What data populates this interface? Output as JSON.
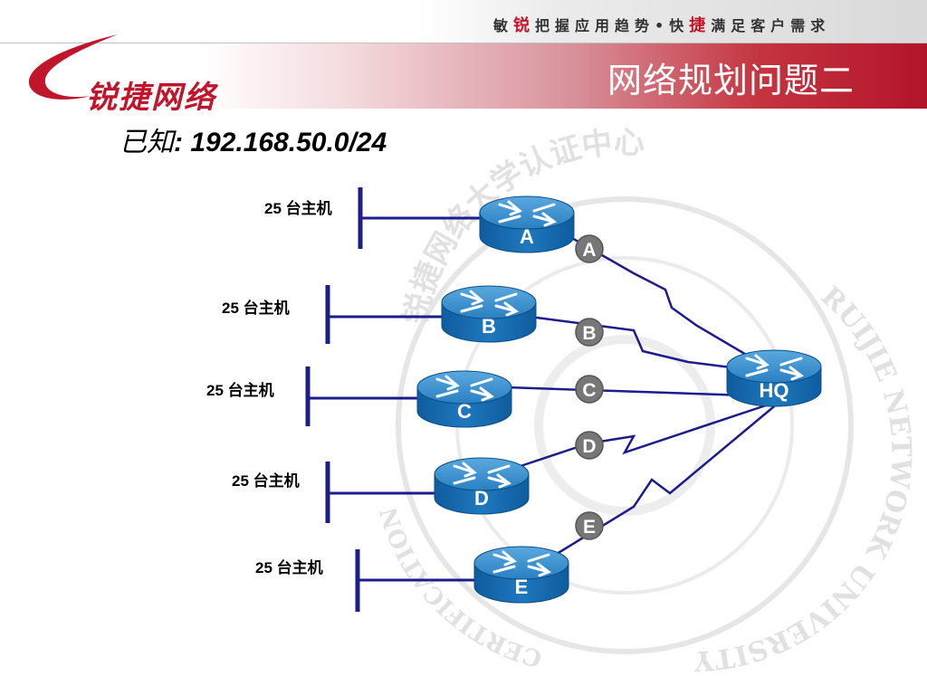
{
  "header": {
    "slogan_parts": [
      {
        "text": "敏",
        "hl": false
      },
      {
        "text": "锐",
        "hl": true
      },
      {
        "text": "把握应用趋势•快",
        "hl": false
      },
      {
        "text": "捷",
        "hl": true
      },
      {
        "text": "满足客户需求",
        "hl": false
      }
    ],
    "logo_text": "锐捷网络",
    "title": "网络规划问题二"
  },
  "given": {
    "label": "已知",
    "separator": ": ",
    "network": "192.168.50.0/24"
  },
  "watermark": {
    "text_top": "锐捷网络大学认证中心",
    "text_right": "RUIJIE NETWORK UNIVERSITY",
    "text_left": "CERTIFICATION"
  },
  "hq": {
    "label": "HQ"
  },
  "branches": [
    {
      "router_label": "A",
      "host_label": "25 台主机",
      "link_label": "A"
    },
    {
      "router_label": "B",
      "host_label": "25 台主机",
      "link_label": "B"
    },
    {
      "router_label": "C",
      "host_label": "25 台主机",
      "link_label": "C"
    },
    {
      "router_label": "D",
      "host_label": "25 台主机",
      "link_label": "D"
    },
    {
      "router_label": "E",
      "host_label": "25 台主机",
      "link_label": "E"
    }
  ],
  "colors": {
    "brand_red": "#c0152a",
    "router_blue": "#1a6fb3",
    "link_navy": "#1c1c8c",
    "link_badge": "#777777"
  }
}
